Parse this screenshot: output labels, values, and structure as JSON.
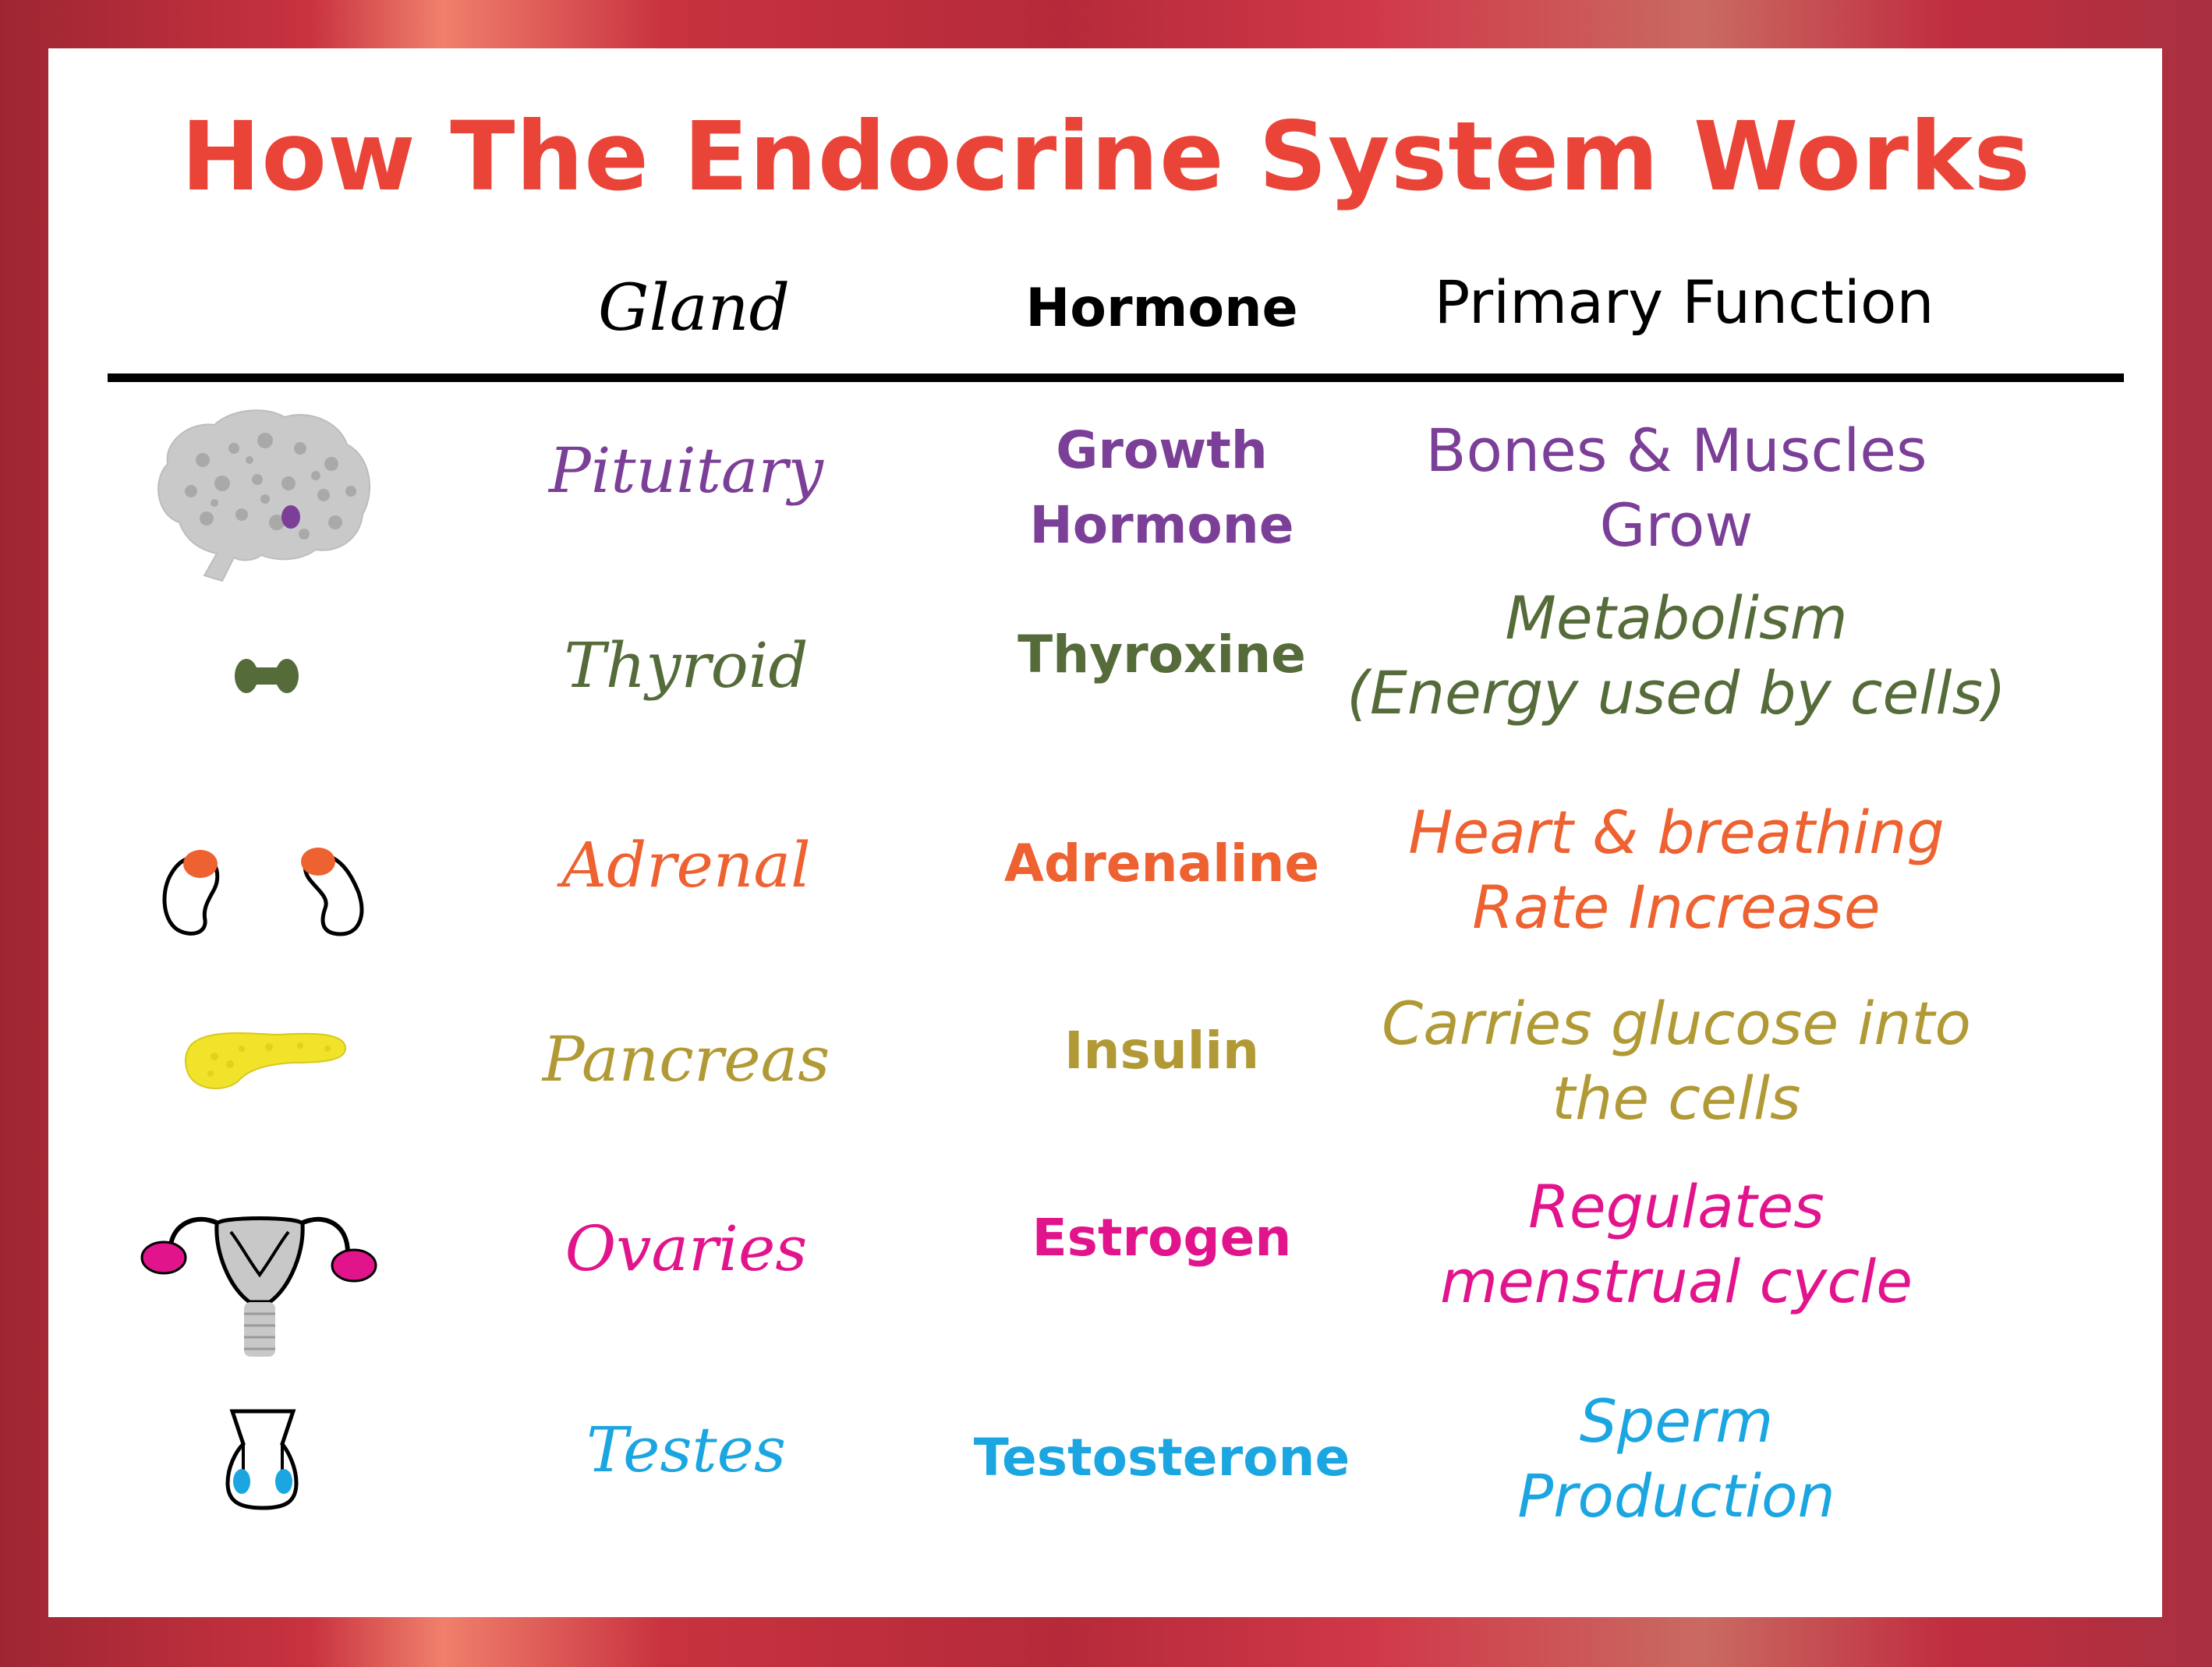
{
  "title": "How The Endocrine System Works",
  "headers": {
    "gland": "Gland",
    "hormone": "Hormone",
    "function": "Primary Function"
  },
  "colors": {
    "title": "#ea4438",
    "purple": "#7b3f98",
    "olive": "#556b3a",
    "orange": "#ee6130",
    "gold": "#b19a36",
    "magenta": "#e2148c",
    "cyan": "#1ba6e1"
  },
  "rows": [
    {
      "icon": "brain-icon",
      "gland": "Pituitary",
      "hormone_lines": [
        "Growth",
        "Hormone"
      ],
      "function_lines": [
        "Bones & Muscles",
        "Grow"
      ]
    },
    {
      "icon": "thyroid-icon",
      "gland": "Thyroid",
      "hormone_lines": [
        "Thyroxine"
      ],
      "function_lines": [
        "Metabolism",
        "(Energy used by cells)"
      ]
    },
    {
      "icon": "adrenal-kidneys-icon",
      "gland": "Adrenal",
      "hormone_lines": [
        "Adrenaline"
      ],
      "function_lines": [
        "Heart & breathing",
        "Rate Increase"
      ]
    },
    {
      "icon": "pancreas-icon",
      "gland": "Pancreas",
      "hormone_lines": [
        "Insulin"
      ],
      "function_lines": [
        "Carries glucose into",
        "the cells"
      ]
    },
    {
      "icon": "ovaries-uterus-icon",
      "gland": "Ovaries",
      "hormone_lines": [
        "Estrogen"
      ],
      "function_lines": [
        "Regulates",
        "menstrual cycle"
      ]
    },
    {
      "icon": "testes-icon",
      "gland": "Testes",
      "hormone_lines": [
        "Testosterone"
      ],
      "function_lines": [
        "Sperm",
        "Production"
      ]
    }
  ]
}
